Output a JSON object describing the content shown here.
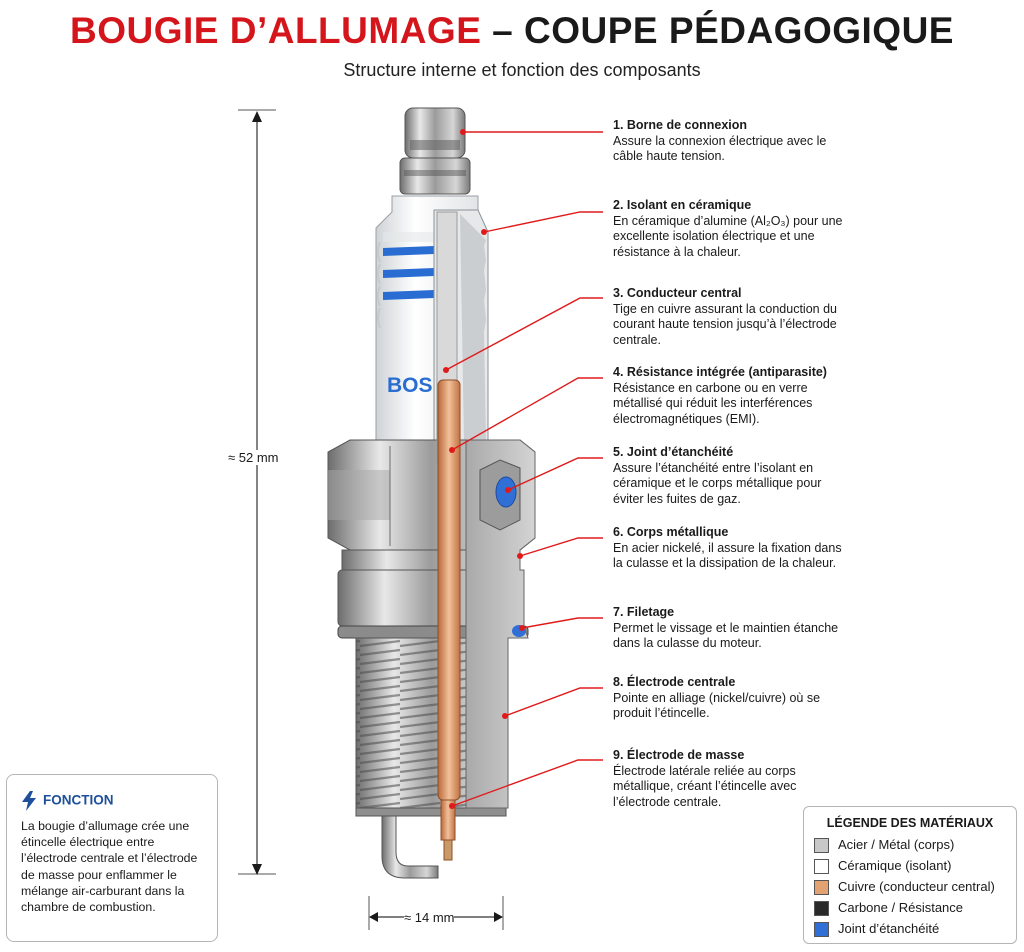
{
  "title": {
    "part1": "BOUGIE D’ALLUMAGE",
    "part2": " – COUPE PÉDAGOGIQUE"
  },
  "subtitle": "Structure interne et fonction des composants",
  "brand_text": "BOS",
  "dimensions": {
    "height": "≈ 52 mm",
    "width": "≈ 14 mm"
  },
  "callouts": [
    {
      "title": "1. Borne de connexion",
      "text": "Assure la connexion électrique avec le câble haute tension."
    },
    {
      "title": "2. Isolant en céramique",
      "text": "En céramique d’alumine (Al₂O₃) pour une excellente isolation électrique et une résistance à la chaleur."
    },
    {
      "title": "3. Conducteur central",
      "text": "Tige en cuivre assurant la conduction du courant haute tension jusqu’à l’électrode centrale."
    },
    {
      "title": "4. Résistance intégrée (antiparasite)",
      "text": "Résistance en carbone ou en verre métallisé qui réduit les interférences électromagnétiques (EMI)."
    },
    {
      "title": "5. Joint d’étanchéité",
      "text": "Assure l’étanchéité entre l’isolant en céramique et le corps métallique pour éviter les fuites de gaz."
    },
    {
      "title": "6. Corps métallique",
      "text": "En acier nickelé, il assure la fixation dans la culasse et la dissipation de la chaleur."
    },
    {
      "title": "7. Filetage",
      "text": "Permet le vissage et le maintien étanche dans la culasse du moteur."
    },
    {
      "title": "8. Électrode centrale",
      "text": "Pointe en alliage (nickel/cuivre) où se produit l’étincelle."
    },
    {
      "title": "9. Électrode de masse",
      "text": "Électrode latérale reliée au corps métallique, créant l’étincelle avec l’électrode centrale."
    }
  ],
  "fonction": {
    "heading": "FONCTION",
    "text": "La bougie d’allumage crée une étincelle électrique entre l’électrode centrale et l’électrode de masse pour enflammer le mélange air-carburant dans la chambre de combustion.",
    "icon": "lightning-bolt-icon"
  },
  "legend": {
    "heading": "LÉGENDE DES MATÉRIAUX",
    "items": [
      {
        "label": "Acier / Métal (corps)",
        "color": "#c8c8c8"
      },
      {
        "label": "Céramique (isolant)",
        "color": "#ffffff"
      },
      {
        "label": "Cuivre (conducteur central)",
        "color": "#e2a272"
      },
      {
        "label": "Carbone / Résistance",
        "color": "#2a2a2a"
      },
      {
        "label": "Joint d’étanchéité",
        "color": "#2f6fd6"
      }
    ]
  },
  "colors": {
    "accent_red": "#d4161c",
    "leader_red": "#e01a1a",
    "blue_accent": "#1e4f9a"
  }
}
